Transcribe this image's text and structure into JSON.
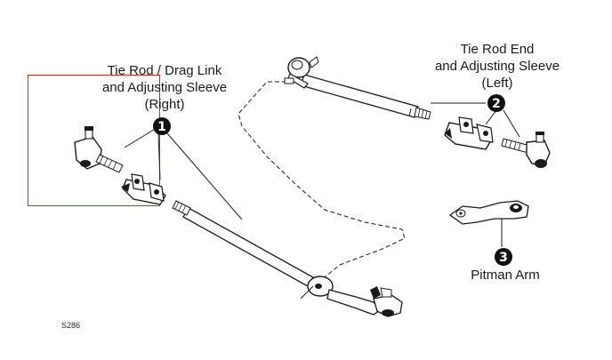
{
  "callouts": {
    "right": {
      "number": "1",
      "lines": [
        "Tie Rod / Drag Link",
        "and Adjusting Sleeve",
        "(Right)"
      ]
    },
    "left": {
      "number": "2",
      "lines": [
        "Tie Rod End",
        "and Adjusting Sleeve",
        "(Left)"
      ]
    },
    "pitman": {
      "number": "3",
      "label": "Pitman Arm"
    }
  },
  "figure_code": "S286",
  "colors": {
    "highlight_box": "#d9222a",
    "ink": "#1a1a1a",
    "background": "#ffffff"
  }
}
